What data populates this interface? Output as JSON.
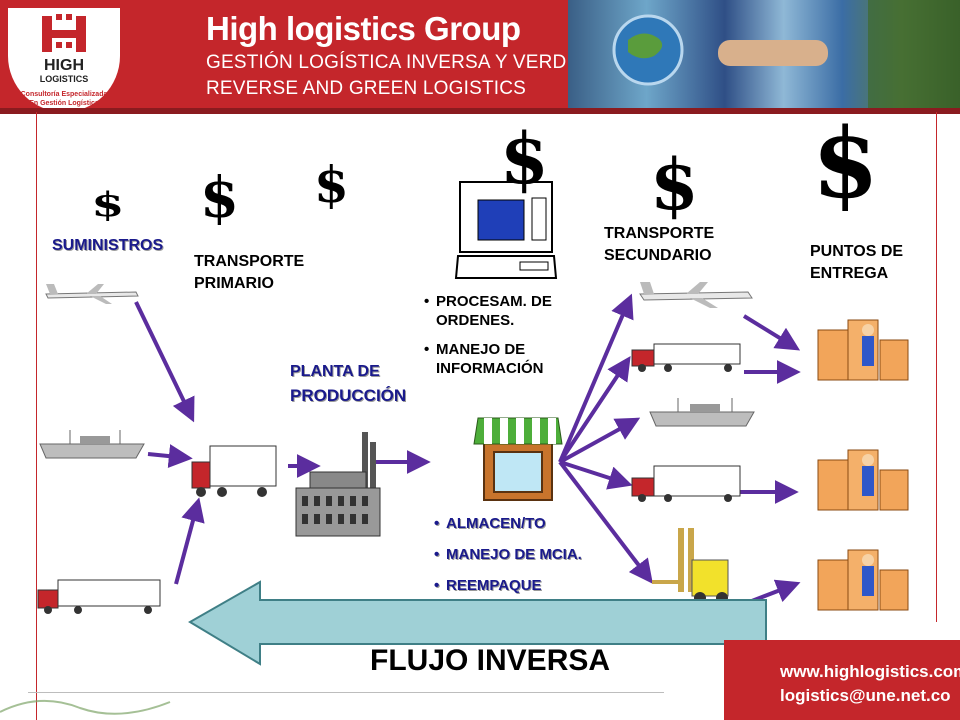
{
  "header": {
    "title": "High logistics Group",
    "subtitle_1": "GESTIÓN LOGÍSTICA INVERSA Y VERDE",
    "subtitle_2": "REVERSE AND GREEN LOGISTICS",
    "logo_text": "HIGH",
    "logo_sub": "LOGISTICS",
    "tagline_1": "Consultoría Especializada",
    "tagline_2": "En Gestión Logística"
  },
  "labels": {
    "suministros": "SUMINISTROS",
    "transporte_primario_1": "TRANSPORTE",
    "transporte_primario_2": "PRIMARIO",
    "planta_1": "PLANTA DE",
    "planta_2": "PRODUCCIÓN",
    "transporte_secundario_1": "TRANSPORTE",
    "transporte_secundario_2": "SECUNDARIO",
    "puntos_1": "PUNTOS DE",
    "puntos_2": "ENTREGA",
    "flujo": "FLUJO INVERSA"
  },
  "dollar_symbol": "$",
  "bullets_info": [
    [
      "PROCESAM. DE",
      "ORDENES."
    ],
    [
      "MANEJO DE",
      "INFORMACIÓN"
    ]
  ],
  "bullets_warehouse": [
    "ALMACEN/TO",
    "MANEJO DE MCIA.",
    "REEMPAQUE"
  ],
  "footer": {
    "web": "www.highlogistics.com",
    "email": "logistics@une.net.co"
  },
  "colors": {
    "brand_red": "#c4262b",
    "arrow_purple": "#5b2d9e",
    "label_blue": "#1a1a8c",
    "return_arrow_fill": "#9fd0d6"
  }
}
